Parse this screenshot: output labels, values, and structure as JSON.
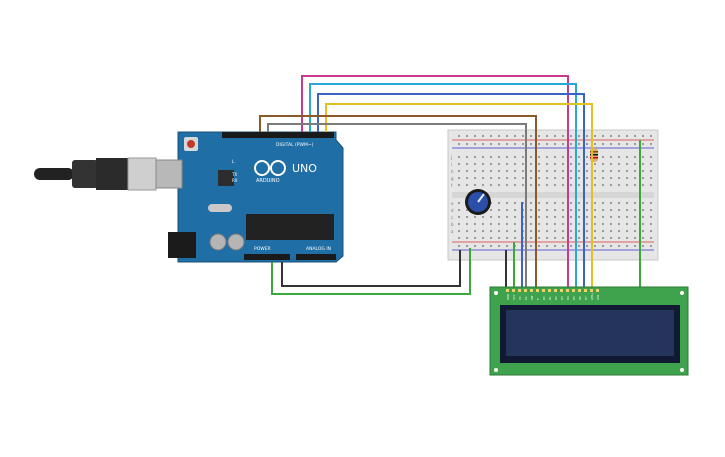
{
  "arduino": {
    "brand": "ARDUINO",
    "model": "UNO",
    "digital_label": "DIGITAL (PWM~)",
    "power_label": "POWER",
    "analog_label": "ANALOG IN",
    "tx_label": "TX",
    "rx_label": "RX",
    "led_label": "L"
  },
  "breadboard": {
    "top_row_letters": [
      "j",
      "i",
      "h",
      "g",
      "f"
    ],
    "bottom_row_letters": [
      "e",
      "d",
      "c",
      "b",
      "a"
    ]
  },
  "lcd": {
    "pin_labels": [
      "GND",
      "VCC",
      "V0",
      "RS",
      "RW",
      "E",
      "D0",
      "D1",
      "D2",
      "D3",
      "D4",
      "D5",
      "D6",
      "D7",
      "LED+",
      "LED-"
    ]
  },
  "colors": {
    "arduino_board": "#1f6fa6",
    "breadboard": "#e6e6e6",
    "lcd_pcb": "#3fa34d",
    "lcd_screen": "#25345a",
    "wire_magenta": "#c8398f",
    "wire_cyan": "#2aa7d5",
    "wire_blue": "#3b62c6",
    "wire_yellow": "#e3c11f",
    "wire_brown": "#8b5a2b",
    "wire_gray": "#7b7b7b",
    "wire_green": "#3aa83a",
    "wire_black": "#333333"
  }
}
